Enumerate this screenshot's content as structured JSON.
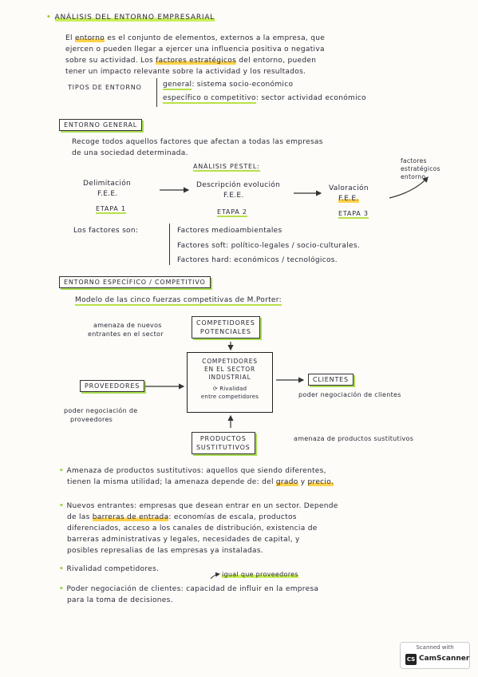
{
  "title": "Análisis del entorno empresarial",
  "intro": {
    "line1a": "El ",
    "entorno": "entorno",
    "line1b": " es el conjunto de elementos, externos a la empresa, que",
    "line2": "ejercen o pueden llegar a ejercer una influencia positiva o negativa",
    "line3a": "sobre su actividad. Los ",
    "factores": "factores estratégicos",
    "line3b": " del entorno, pueden",
    "line4": "tener un impacto relevante sobre la actividad y los resultados."
  },
  "tipos": {
    "label": "Tipos de entorno",
    "general_key": "general",
    "general_rest": ": sistema socio-económico",
    "especifico_key": "específico o competitivo",
    "especifico_rest": ": sector actividad económico"
  },
  "entorno_general": {
    "heading": "Entorno general",
    "line1": "Recoge todos aquellos factores que afectan a todas las empresas",
    "line2": "de una sociedad determinada.",
    "pestel": "Análisis PESTEL:",
    "stage1_line1": "Delimitación",
    "stage1_line2": "F.E.E.",
    "stage1_label": "ETAPA 1",
    "stage2_line1": "Descripción evolución",
    "stage2_line2": "F.E.E.",
    "stage2_label": "ETAPA 2",
    "stage3_line1": "Valoración",
    "stage3_line2": "F.E.E.",
    "stage3_label": "ETAPA 3",
    "side_note_1": "factores",
    "side_note_2": "estratégicos",
    "side_note_3": "entorno",
    "factors_label": "Los factores son:",
    "factor1": "Factores medioambientales",
    "factor2": "Factores soft: político-legales / socio-culturales.",
    "factor3": "Factores hard: económicos / tecnológicos."
  },
  "entorno_especifico": {
    "heading": "Entorno específico / competitivo",
    "model": "Modelo de las cinco fuerzas competitivas de M.Porter:",
    "amenaza_nuevos_1": "amenaza de nuevos",
    "amenaza_nuevos_2": "entrantes en el sector",
    "competidores_potenciales_1": "Competidores",
    "competidores_potenciales_2": "potenciales",
    "center_1": "Competidores",
    "center_2": "en el sector",
    "center_3": "industrial",
    "center_4": "Rivalidad",
    "center_5": "entre competidores",
    "proveedores": "Proveedores",
    "poder_proveedores_1": "poder negociación de",
    "poder_proveedores_2": "proveedores",
    "clientes": "Clientes",
    "poder_clientes": "poder negociación de clientes",
    "productos_1": "Productos",
    "productos_2": "sustitutivos",
    "amenaza_sustitutivos": "amenaza de productos sustitutivos"
  },
  "bullets": {
    "b1_line1": "Amenaza de productos sustitutivos: aquellos que siendo diferentes,",
    "b1_line2a": "tienen la misma utilidad; la amenaza depende de: del ",
    "b1_grado": "grado",
    "b1_and": " y ",
    "b1_precio": "precio.",
    "b2_line1": "Nuevos entrantes: empresas que desean entrar en un sector. Depende",
    "b2_line2a": "de las ",
    "b2_barreras": "barreras de entrada",
    "b2_line2b": ": economías de escala, productos",
    "b2_line3": "diferenciados, acceso a los canales de distribución, existencia de",
    "b2_line4": "barreras administrativas y legales, necesidades de capital, y",
    "b2_line5": "posibles represalias de las empresas ya instaladas.",
    "b3": "Rivalidad competidores.",
    "b4_note": "igual que proveedores",
    "b4_line1": "Poder negociación de clientes: capacidad de influir en la empresa",
    "b4_line2": "para la toma de decisiones."
  },
  "badge": {
    "scanned": "Scanned with",
    "cs": "CS",
    "name": "CamScanner"
  }
}
